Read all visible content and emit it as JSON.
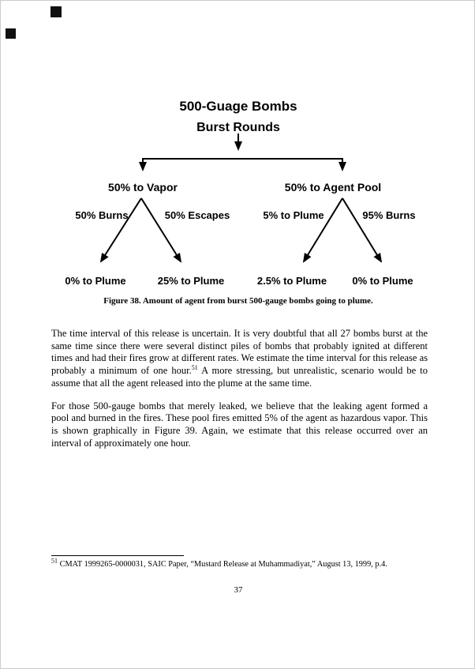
{
  "colors": {
    "ink": "#000000",
    "paper": "#ffffff"
  },
  "diagram": {
    "title_line1": "500-Guage Bombs",
    "title_line2": "Burst Rounds",
    "level1_left": "50% to Vapor",
    "level1_right": "50% to Agent Pool",
    "branch_left_a": "50% Burns",
    "branch_left_b": "50% Escapes",
    "branch_right_a": "5% to Plume",
    "branch_right_b": "95% Burns",
    "outcome_a": "0% to Plume",
    "outcome_b": "25% to Plume",
    "outcome_c": "2.5% to Plume",
    "outcome_d": "0% to Plume",
    "caption": "Figure 38.  Amount of agent from burst 500-gauge bombs going to plume."
  },
  "body": {
    "para1_pre": "The time interval of this release is uncertain.  It is very doubtful that all 27 bombs burst at the same time since there were several distinct piles of bombs that probably ignited at different times and had their fires grow at different rates.  We estimate the time interval for this release as probably a minimum of one hour.",
    "para1_ref": "51",
    "para1_post": "  A more stressing, but unrealistic, scenario would be to assume that all the agent released into the plume at the same time.",
    "para2": "For those 500-gauge bombs that merely leaked, we believe that the leaking agent formed a pool and burned in the fires.  These pool fires emitted 5% of the agent as hazardous vapor.  This is shown graphically in Figure 39.  Again, we estimate that this release occurred over an interval of approximately one hour."
  },
  "footnote": {
    "ref": "51",
    "text": " CMAT 1999265-0000031, SAIC Paper, “Mustard Release at Muhammadiyat,” August 13, 1999, p.4."
  },
  "page_number": "37"
}
